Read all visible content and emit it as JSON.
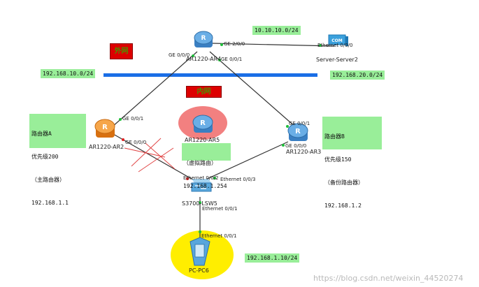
{
  "networks": {
    "wan_top": "10.10.10.0/24",
    "left_segment": "192.168.10.0/24",
    "right_segment": "192.168.20.0/24",
    "lan": "192.168.1.10/24"
  },
  "zones": {
    "outer": "外网",
    "inner": "内网"
  },
  "devices": {
    "ar4": "AR1220-AR4",
    "server": "Server-Server2",
    "server_icon_text": "COM",
    "ar2": "AR1220-AR2",
    "ar5": "AR1220-AR5",
    "ar3": "AR1220-AR3",
    "switch": "S3700-LSW5",
    "pc": "PC-PC6"
  },
  "ports": {
    "ar4_g000": "GE 0/0/0",
    "ar4_g200": "GE 2/0/0",
    "ar4_g001": "GE 0/0/1",
    "server_eth": "Ethernet 0/0/0",
    "ar2_g001": "GE 0/0/1",
    "ar2_g000": "GE 0/0/0",
    "ar3_g001": "GE 0/0/1",
    "ar3_g000": "GE 0/0/0",
    "sw_e2": "Ethernet 0/0/2",
    "sw_e3": "Ethernet 0/0/3",
    "sw_e1": "Ethernet 0/0/1",
    "pc_e1": "Ethernet 0/0/1"
  },
  "info_boxes": {
    "router_a": {
      "line1": "路由器A",
      "line2": "优先级200",
      "line3": "（主路由器）",
      "line4": "192.168.1.1"
    },
    "virtual": {
      "line1": "（虚拟路由）",
      "line2": "192.168.1.254"
    },
    "router_b": {
      "line1": "路由器B",
      "line2": "优先级150",
      "line3": "（备份路由器）",
      "line4": "192.168.1.2"
    }
  },
  "watermark": "https://blog.csdn.net/weixin_44520274",
  "colors": {
    "label_bg": "#99ee99",
    "zone_bg": "#dd0000",
    "zone_text": "#00dd00",
    "bus": "#1a6ee6",
    "router_blue": "#3a7fc2",
    "router_orange": "#f08a1a",
    "highlight_red": "#f28080",
    "highlight_yellow": "#ffee00",
    "link": "#333333",
    "cut": "#e04040"
  }
}
